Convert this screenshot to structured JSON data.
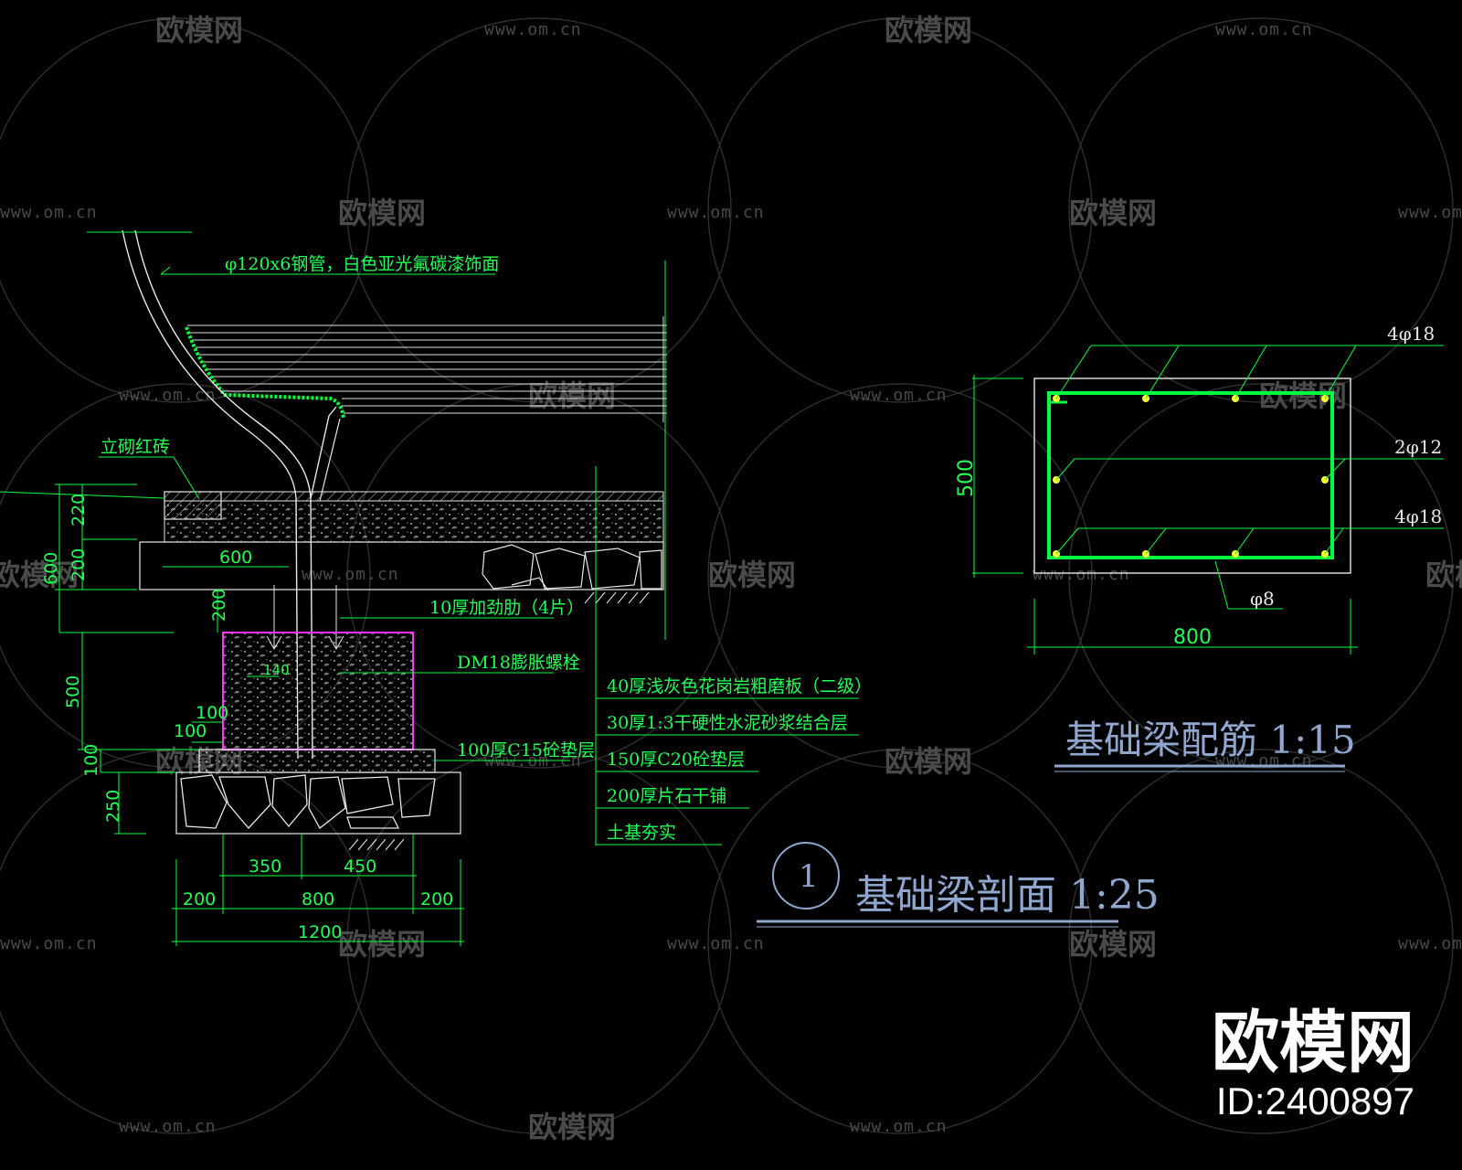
{
  "watermark": {
    "brand": "欧模网",
    "url": "www.om.cn"
  },
  "brand_corner": {
    "name": "欧模网",
    "id": "ID:2400897"
  },
  "section": {
    "title": "基础梁剖面  1:25",
    "index": "1",
    "labels": {
      "pipe": "φ120x6钢管，白色亚光氟碳漆饰面",
      "brick": "立砌红砖",
      "rib": "10厚加劲肋（4片）",
      "bolt": "DM18膨胀螺栓",
      "cushion": "100厚C15砼垫层"
    },
    "layers": [
      "40厚浅灰色花岗岩粗磨板（二级）",
      "30厚1:3干硬性水泥砂浆结合层",
      "150厚C20砼垫层",
      "200厚片石干铺",
      "土基夯实"
    ],
    "dims": {
      "d220": "220",
      "d200a": "200",
      "d600v": "600",
      "d600h": "600",
      "d200b": "200",
      "d500": "500",
      "d140": "140",
      "d100a": "100",
      "d100b": "100",
      "d100c": "100",
      "d250": "250",
      "d350": "350",
      "d450": "450",
      "d200l": "200",
      "d800": "800",
      "d200r": "200",
      "d1200": "1200"
    }
  },
  "rebar": {
    "title": "基础梁配筋  1:15",
    "top_bars": "4φ18",
    "side_bars": "2φ12",
    "bottom_bars": "4φ18",
    "stirrup": "φ8",
    "height": "500",
    "width": "800"
  },
  "colors": {
    "background": "#000000",
    "line_white": "#e8e8e8",
    "line_green": "#00ff3c",
    "text_green": "#22ff55",
    "magenta": "#ff33ff",
    "yellow": "#ffff33",
    "title_blue": "#8fa7cf",
    "watermark": "#404040"
  }
}
